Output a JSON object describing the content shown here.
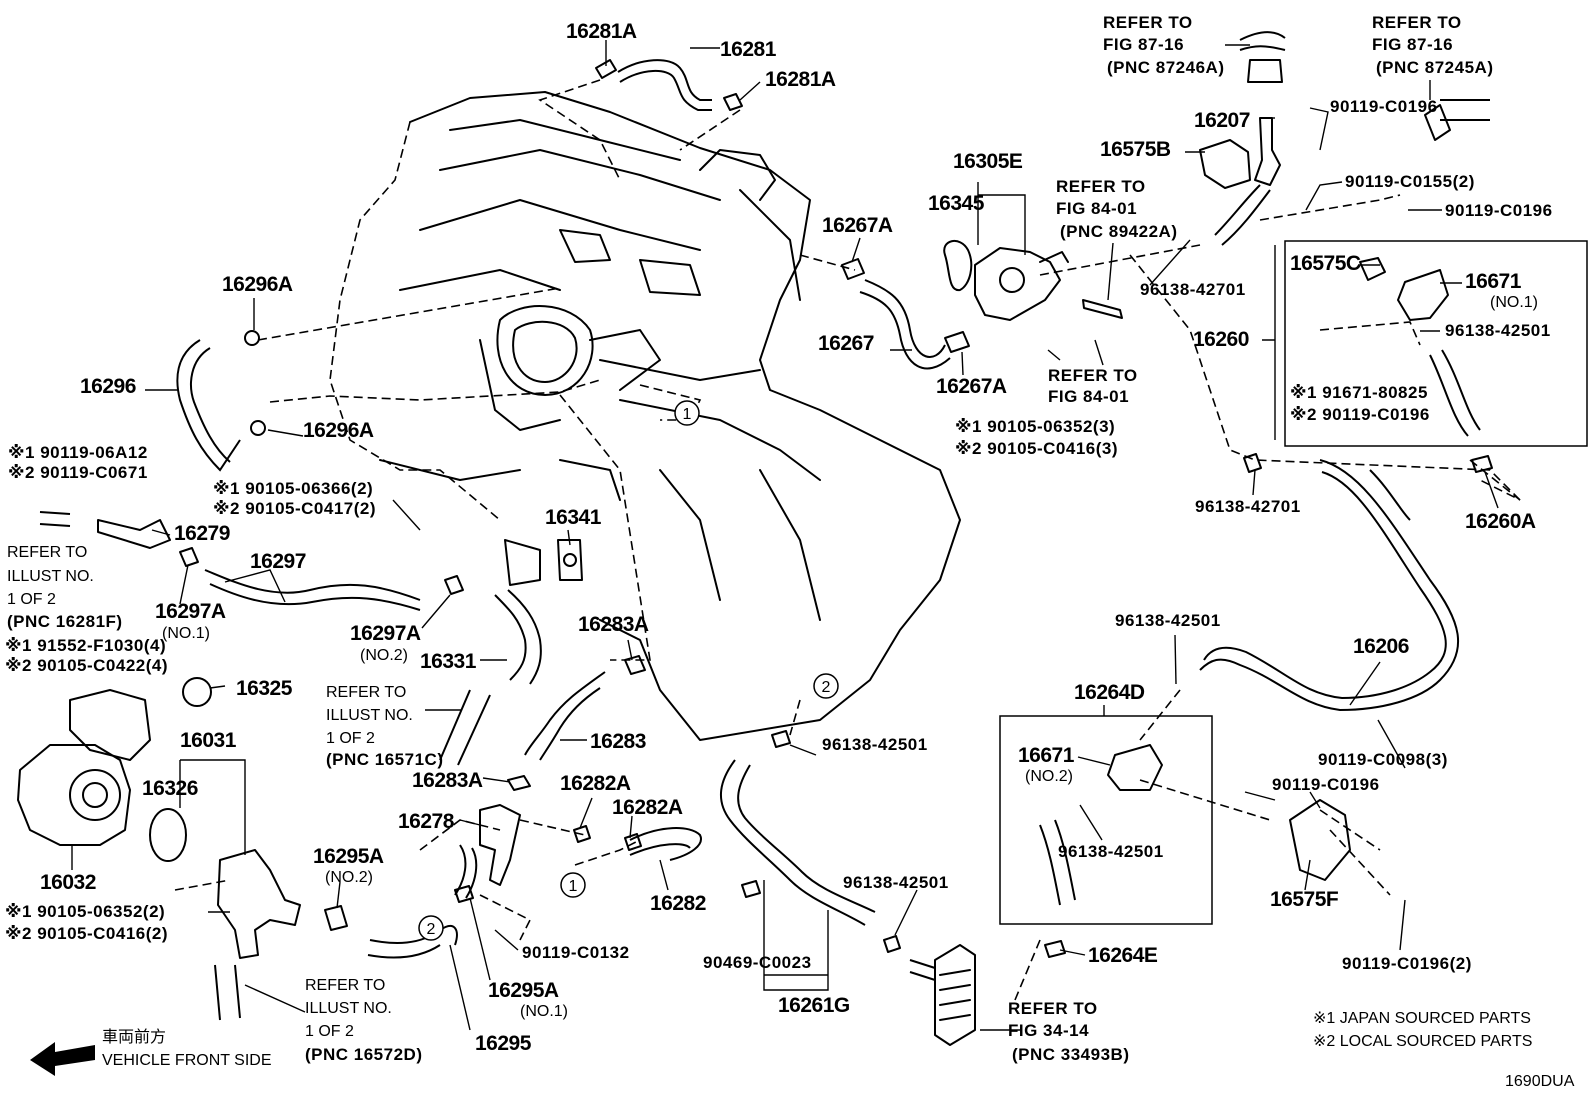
{
  "diagram_id": "1690DUA",
  "parts": [
    {
      "id": "p16281A_top",
      "pn": "16281A"
    },
    {
      "id": "p16281",
      "pn": "16281"
    },
    {
      "id": "p16281A_r",
      "pn": "16281A"
    },
    {
      "id": "p16296A_top",
      "pn": "16296A"
    },
    {
      "id": "p16296",
      "pn": "16296"
    },
    {
      "id": "p16296A_bot",
      "pn": "16296A"
    },
    {
      "id": "p16267A_top",
      "pn": "16267A"
    },
    {
      "id": "p16267",
      "pn": "16267"
    },
    {
      "id": "p16267A_bot",
      "pn": "16267A"
    },
    {
      "id": "p16305E",
      "pn": "16305E"
    },
    {
      "id": "p16345",
      "pn": "16345"
    },
    {
      "id": "p16207",
      "pn": "16207"
    },
    {
      "id": "p16575B",
      "pn": "16575B"
    },
    {
      "id": "p16575C",
      "pn": "16575C"
    },
    {
      "id": "p16671_1",
      "pn": "16671"
    },
    {
      "id": "p16260",
      "pn": "16260"
    },
    {
      "id": "p16260A",
      "pn": "16260A"
    },
    {
      "id": "p16279",
      "pn": "16279"
    },
    {
      "id": "p16297",
      "pn": "16297"
    },
    {
      "id": "p16297A_1",
      "pn": "16297A"
    },
    {
      "id": "p16297A_2",
      "pn": "16297A"
    },
    {
      "id": "p16341",
      "pn": "16341"
    },
    {
      "id": "p16331",
      "pn": "16331"
    },
    {
      "id": "p16283A_top",
      "pn": "16283A"
    },
    {
      "id": "p16283",
      "pn": "16283"
    },
    {
      "id": "p16283A_bot",
      "pn": "16283A"
    },
    {
      "id": "p16282A_1",
      "pn": "16282A"
    },
    {
      "id": "p16282A_2",
      "pn": "16282A"
    },
    {
      "id": "p16278",
      "pn": "16278"
    },
    {
      "id": "p16282",
      "pn": "16282"
    },
    {
      "id": "p16325",
      "pn": "16325"
    },
    {
      "id": "p16031",
      "pn": "16031"
    },
    {
      "id": "p16326",
      "pn": "16326"
    },
    {
      "id": "p16032",
      "pn": "16032"
    },
    {
      "id": "p16295A_2",
      "pn": "16295A"
    },
    {
      "id": "p16295A_1",
      "pn": "16295A"
    },
    {
      "id": "p16295",
      "pn": "16295"
    },
    {
      "id": "p16206",
      "pn": "16206"
    },
    {
      "id": "p16264D",
      "pn": "16264D"
    },
    {
      "id": "p16671_2",
      "pn": "16671"
    },
    {
      "id": "p16575F",
      "pn": "16575F"
    },
    {
      "id": "p16264E",
      "pn": "16264E"
    },
    {
      "id": "p16261G",
      "pn": "16261G"
    }
  ],
  "qualifiers": {
    "no1_a": "(NO.1)",
    "no1_b": "(NO.1)",
    "no1_c": "(NO.1)",
    "no2_a": "(NO.2)",
    "no2_b": "(NO.2)",
    "no2_c": "(NO.2)"
  },
  "hardware": {
    "h_90119_C0196_a": "90119-C0196",
    "h_90119_C0155": "90119-C0155(2)",
    "h_90119_C0196_b": "90119-C0196",
    "h_96138_42501_a": "96138-42501",
    "h_96138_42701_a": "96138-42701",
    "h_96138_42701_b": "96138-42701",
    "h_91671_80825": "※1 91671-80825",
    "h_90119_C0196_c": "※2 90119-C0196",
    "h_90105_06352_a": "※1 90105-06352(3)",
    "h_90105_C0416_a": "※2 90105-C0416(3)",
    "h_90119_06A12": "※1 90119-06A12",
    "h_90119_C0671": "※2 90119-C0671",
    "h_90105_06366": "※1 90105-06366(2)",
    "h_90105_C0417": "※2 90105-C0417(2)",
    "h_91552_F1030": "※1 91552-F1030(4)",
    "h_90105_C0422": "※2 90105-C0422(4)",
    "h_96138_42501_b": "96138-42501",
    "h_96138_42501_c": "96138-42501",
    "h_96138_42501_d": "96138-42501",
    "h_96138_42501_e": "96138-42501",
    "h_90119_C0098": "90119-C0098(3)",
    "h_90119_C0196_d": "90119-C0196",
    "h_90119_C0196_e": "90119-C0196(2)",
    "h_90119_C0132": "90119-C0132",
    "h_90469_C0023": "90469-C0023",
    "h_90105_06352_b": "※1 90105-06352(2)",
    "h_90105_C0416_b": "※2 90105-C0416(2)"
  },
  "references": {
    "ref_87_16a": {
      "l1": "REFER TO",
      "l2": "FIG 87-16",
      "l3": "(PNC 87246A)"
    },
    "ref_87_16b": {
      "l1": "REFER TO",
      "l2": "FIG 87-16",
      "l3": "(PNC 87245A)"
    },
    "ref_84_01a": {
      "l1": "REFER TO",
      "l2": "FIG 84-01",
      "l3": "(PNC 89422A)"
    },
    "ref_84_01b": {
      "l1": "REFER TO",
      "l2": "FIG 84-01"
    },
    "ref_34_14": {
      "l1": "REFER TO",
      "l2": "FIG 34-14",
      "l3": "(PNC 33493B)"
    },
    "ref_ill_a": {
      "l1": "REFER TO",
      "l2": "ILLUST NO.",
      "l3": "1 OF 2",
      "l4": "(PNC 16281F)"
    },
    "ref_ill_b": {
      "l1": "REFER TO",
      "l2": "ILLUST NO.",
      "l3": "1 OF 2",
      "l4": "(PNC 16571C)"
    },
    "ref_ill_c": {
      "l1": "REFER TO",
      "l2": "ILLUST NO.",
      "l3": "1 OF 2",
      "l4": "(PNC 16572D)"
    }
  },
  "callouts": {
    "c1": "1",
    "c2": "2"
  },
  "front": {
    "jp": "車両前方",
    "en": "VEHICLE FRONT SIDE"
  },
  "legend": {
    "l1": "※1 JAPAN SOURCED PARTS",
    "l2": "※2 LOCAL SOURCED PARTS"
  }
}
